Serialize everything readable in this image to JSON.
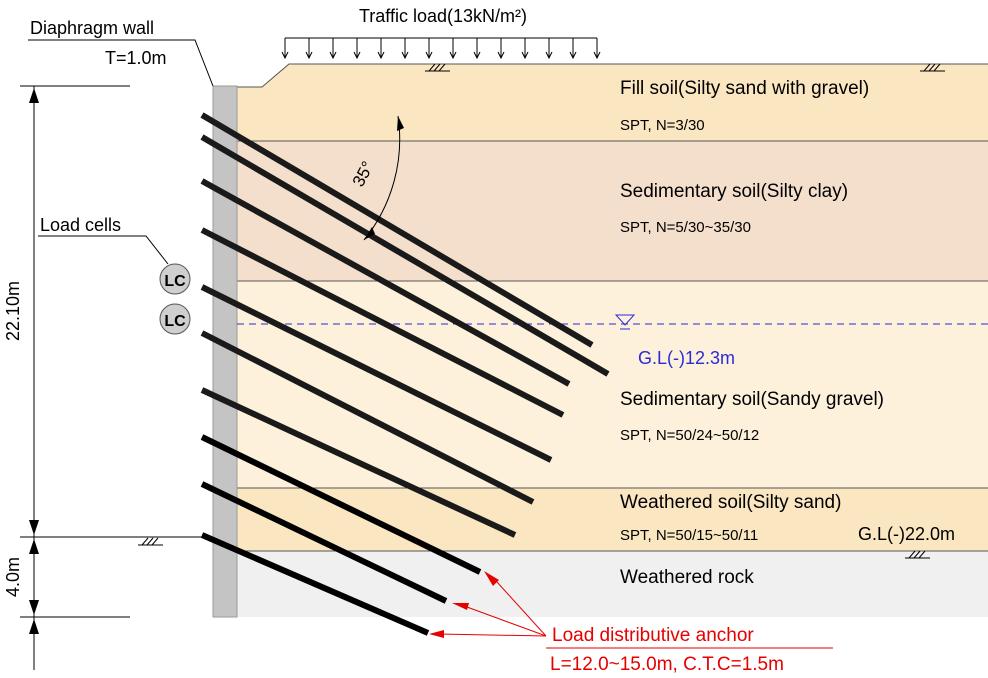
{
  "traffic_load": {
    "label": "Traffic load(13kN/m²)"
  },
  "wall": {
    "name": "Diaphragm wall",
    "thickness": "T=1.0m"
  },
  "dimensions": {
    "upper": "22.10m",
    "lower": "4.0m"
  },
  "load_cells": {
    "label": "Load cells",
    "badges": [
      "LC",
      "LC"
    ]
  },
  "angle": {
    "label": "35°"
  },
  "layers": [
    {
      "name": "Fill soil(Silty sand with gravel)",
      "spt": "SPT, N=3/30",
      "color": "#fbe6c2"
    },
    {
      "name": "Sedimentary soil(Silty clay)",
      "spt": "SPT, N=5/30~35/30",
      "color": "#f4dfcd"
    },
    {
      "name": "Sedimentary soil(Sandy gravel)",
      "spt": "SPT, N=50/24~50/12",
      "color": "#fdf1dc"
    },
    {
      "name": "Weathered soil(Silty sand)",
      "spt": "SPT, N=50/15~50/11",
      "color": "#fbe6c2"
    },
    {
      "name": "Weathered rock",
      "spt": "",
      "color": "#f0f0f0"
    }
  ],
  "groundwater": {
    "label": "G.L(-)12.3m",
    "color": "#2b2bd6"
  },
  "base_level": {
    "label": "G.L(-)22.0m"
  },
  "anchor": {
    "title": "Load distributive anchor",
    "spec": "L=12.0~15.0m, C.T.C=1.5m",
    "color": "#e60000"
  }
}
